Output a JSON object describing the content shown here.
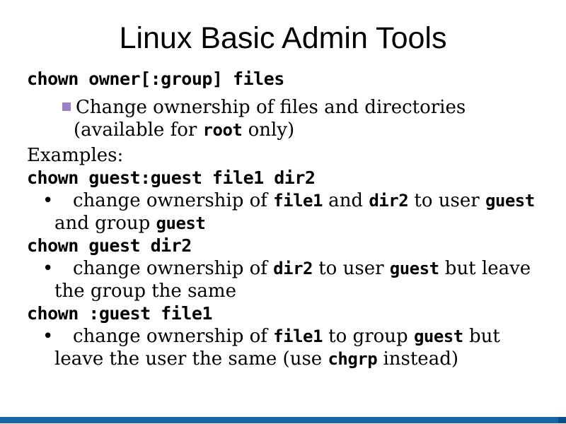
{
  "slide": {
    "title": "Linux Basic Admin Tools",
    "colors": {
      "text": "#000000",
      "square_bullet": "#9b80c8",
      "footer_bar": "#1565a8",
      "footer_bar_end": "#0d4f8b"
    },
    "blocks": [
      {
        "type": "cmd",
        "text": "chown owner[:group] files"
      },
      {
        "type": "sq",
        "lines": [
          [
            {
              "t": "Change ownership of files and directories"
            }
          ],
          [
            {
              "t": "(available for "
            },
            {
              "t": "root",
              "mono": true
            },
            {
              "t": " only)"
            }
          ]
        ]
      },
      {
        "type": "plain",
        "text": "Examples:"
      },
      {
        "type": "cmd",
        "text": "chown guest:guest file1 dir2"
      },
      {
        "type": "dot",
        "lines": [
          [
            {
              "t": "change ownership of "
            },
            {
              "t": "file1",
              "mono": true
            },
            {
              "t": " and "
            },
            {
              "t": "dir2",
              "mono": true
            },
            {
              "t": " to user "
            },
            {
              "t": "guest",
              "mono": true
            }
          ],
          [
            {
              "t": "and group "
            },
            {
              "t": "guest",
              "mono": true
            }
          ]
        ]
      },
      {
        "type": "cmd",
        "text": "chown guest dir2"
      },
      {
        "type": "dot",
        "lines": [
          [
            {
              "t": "change ownership of "
            },
            {
              "t": "dir2",
              "mono": true
            },
            {
              "t": " to user "
            },
            {
              "t": "guest",
              "mono": true
            },
            {
              "t": " but leave"
            }
          ],
          [
            {
              "t": "the group the same"
            }
          ]
        ]
      },
      {
        "type": "cmd",
        "text": "chown :guest file1"
      },
      {
        "type": "dot",
        "lines": [
          [
            {
              "t": "change ownership of "
            },
            {
              "t": "file1",
              "mono": true
            },
            {
              "t": " to group "
            },
            {
              "t": "guest",
              "mono": true
            },
            {
              "t": " but"
            }
          ],
          [
            {
              "t": "leave the user the same (use "
            },
            {
              "t": "chgrp",
              "mono": true
            },
            {
              "t": " instead)"
            }
          ]
        ]
      }
    ]
  }
}
